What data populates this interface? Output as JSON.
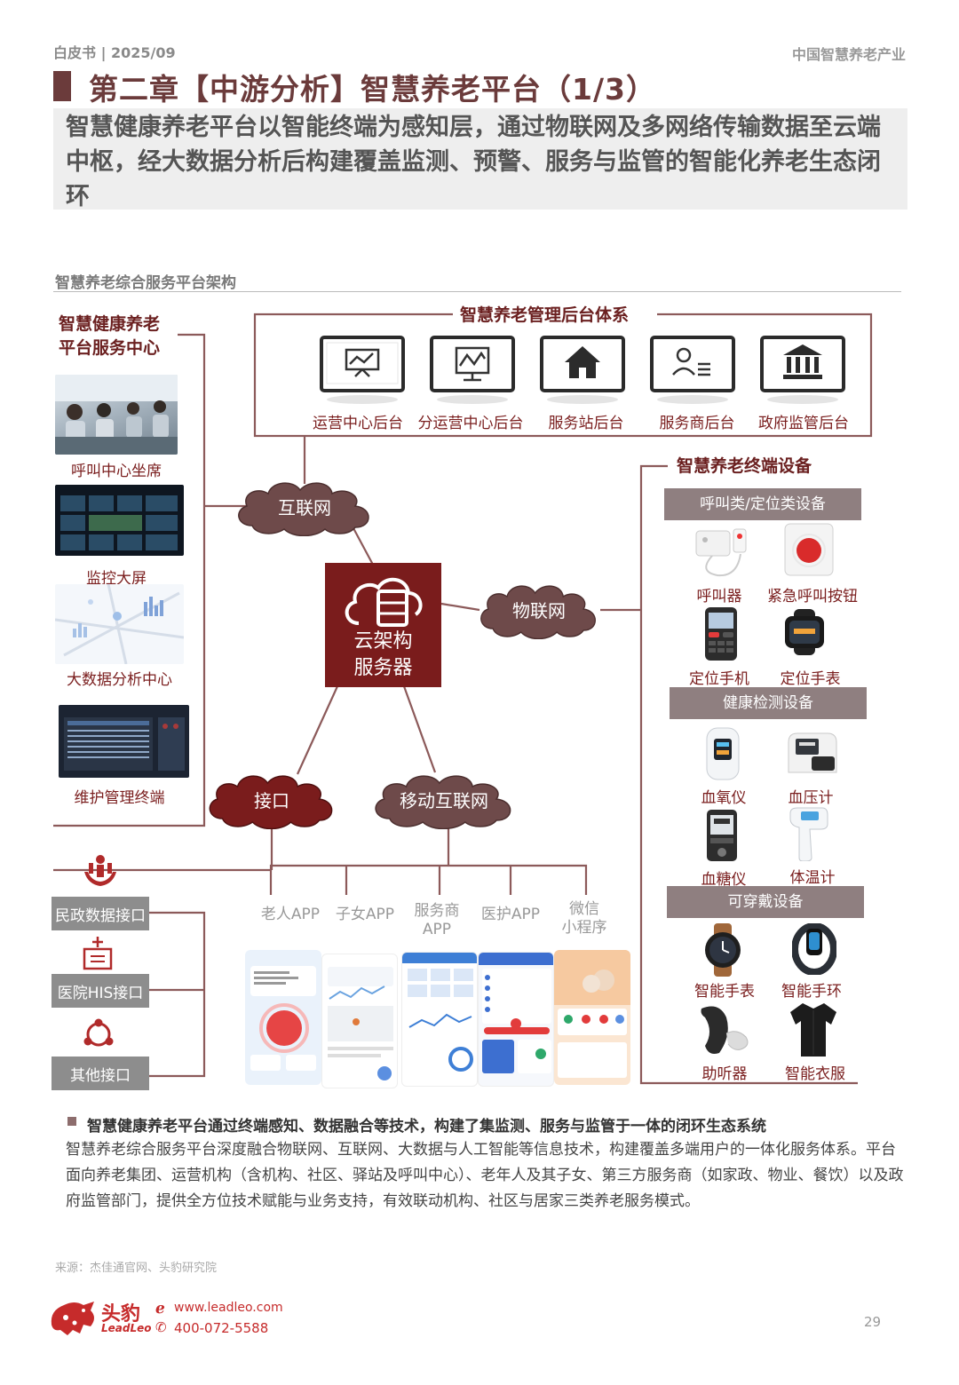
{
  "header": {
    "left": "白皮书 | 2025/09",
    "right": "中国智慧养老产业"
  },
  "title": "第二章【中游分析】智慧养老平台（1/3）",
  "subtitle": "智慧健康养老平台以智能终端为感知层，通过物联网及多网络传输数据至云端中枢，经大数据分析后构建覆盖监测、预警、服务与监管的智能化养老生态闭环",
  "figure": {
    "title": "智慧养老综合服务平台架构",
    "service_center": {
      "label": "智慧健康养老\n平台服务中心",
      "items": [
        "呼叫中心坐席",
        "监控大屏",
        "大数据分析中心",
        "维护管理终端"
      ]
    },
    "backend": {
      "label": "智慧养老管理后台体系",
      "items": [
        "运营中心后台",
        "分运营中心后台",
        "服务站后台",
        "服务商后台",
        "政府监管后台"
      ]
    },
    "clouds": {
      "internet": "互联网",
      "iot": "物联网",
      "interface": "接口",
      "mobile": "移动互联网"
    },
    "server": {
      "line1": "云架构",
      "line2": "服务器"
    },
    "interfaces": [
      "民政数据接口",
      "医院HIS接口",
      "其他接口"
    ],
    "apps": [
      {
        "l1": "老人APP",
        "l2": ""
      },
      {
        "l1": "子女APP",
        "l2": ""
      },
      {
        "l1": "服务商",
        "l2": "APP"
      },
      {
        "l1": "医护APP",
        "l2": ""
      },
      {
        "l1": "微信",
        "l2": "小程序"
      }
    ],
    "terminals": {
      "label": "智慧养老终端设备",
      "group1": "呼叫类/定位类设备",
      "group1_items": [
        "呼叫器",
        "紧急呼叫按钮",
        "定位手机",
        "定位手表"
      ],
      "group2": "健康检测设备",
      "group2_items": [
        "血氧仪",
        "血压计",
        "血糖仪",
        "体温计"
      ],
      "group3": "可穿戴设备",
      "group3_items": [
        "智能手表",
        "智能手环",
        "助听器",
        "智能衣服"
      ]
    }
  },
  "summary": {
    "heading": "智慧健康养老平台通过终端感知、数据融合等技术，构建了集监测、服务与监管于一体的闭环生态系统",
    "body": "智慧养老综合服务平台深度融合物联网、互联网、大数据与人工智能等信息技术，构建覆盖多端用户的一体化服务体系。平台面向养老集团、运营机构（含机构、社区、驿站及呼叫中心）、老年人及其子女、第三方服务商（如家政、物业、餐饮）以及政府监管部门，提供全方位技术赋能与业务支持，有效联动机构、社区与居家三类养老服务模式。"
  },
  "source": "来源：杰佳通官网、头豹研究院",
  "footer": {
    "brand": "头豹",
    "brand_en": "LeadLeo",
    "web": "www.leadleo.com",
    "tel": "400-072-5588",
    "page": "29"
  },
  "colors": {
    "accent": "#6b3b3b",
    "cloud": "#6e4a4a",
    "server": "#7a1c1c",
    "label_bg": "#8f7f80"
  }
}
